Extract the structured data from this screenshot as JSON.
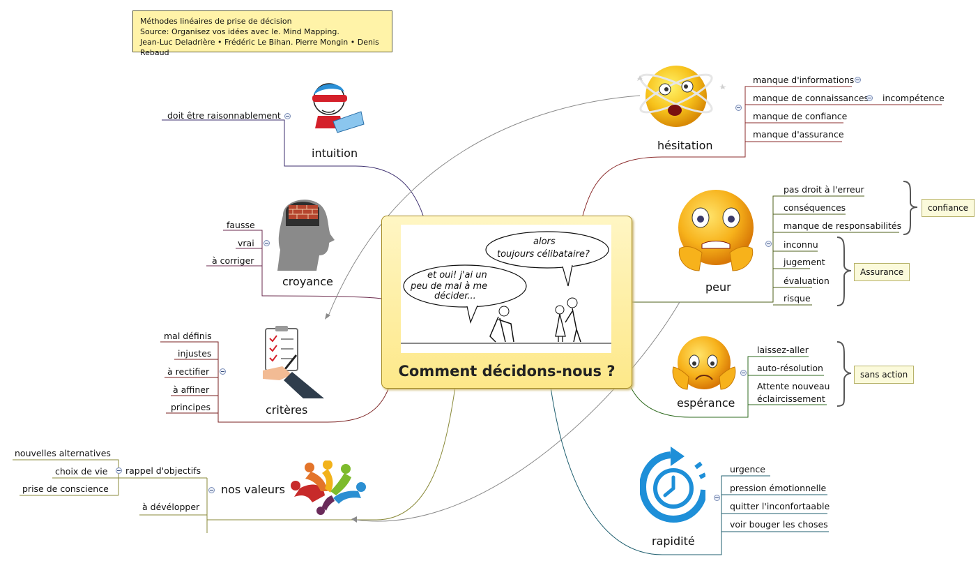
{
  "source_note": {
    "line1": "Méthodes linéaires de prise de décision",
    "line2": "Source:  Organisez vos idées avec le. Mind Mapping.",
    "line3": "Jean-Luc Deladrière • Frédéric Le Bihan. Pierre Mongin • Denis Rebaud"
  },
  "central": {
    "title": "Comment décidons-nous ?",
    "cartoon_left_bubble": [
      "et oui! j'ai un",
      "peu de mal à me",
      "décider..."
    ],
    "cartoon_right_bubble": [
      "alors",
      "toujours célibataire?"
    ]
  },
  "branches": {
    "intuition": {
      "title": "intuition",
      "items": [
        "doit être raisonnablement"
      ],
      "icon": "blindfolded-figure-icon"
    },
    "croyance": {
      "title": "croyance",
      "items": [
        "fausse",
        "vrai",
        "à corriger"
      ],
      "icon": "brick-brain-head-icon"
    },
    "criteres": {
      "title": "critères",
      "items": [
        "mal définis",
        "injustes",
        "à rectifier",
        "à affiner",
        "principes"
      ],
      "icon": "checklist-icon"
    },
    "nos_valeurs": {
      "title": "nos valeurs",
      "rappel": "rappel d'objectifs",
      "rappel_items": [
        "nouvelles alternatives",
        "choix de vie",
        "prise de conscience"
      ],
      "developper": "à dévélopper",
      "icon": "team-hands-icon"
    },
    "hesitation": {
      "title": "hésitation",
      "items": [
        "manque d'informations",
        "manque de connaissances",
        "manque de confiance",
        "manque d'assurance"
      ],
      "sub": "incompétence",
      "icon": "dizzy-smiley-icon"
    },
    "peur": {
      "title": "peur",
      "items": [
        "pas droit à l'erreur",
        "conséquences",
        "manque de responsabilités",
        "inconnu",
        "jugement",
        "évaluation",
        "risque"
      ],
      "group1": "confiance",
      "group2": "Assurance",
      "icon": "scared-smiley-icon"
    },
    "esperance": {
      "title": "espérance",
      "items": [
        "laissez-aller",
        "auto-résolution",
        "Attente nouveau",
        "éclaircissement"
      ],
      "group": "sans action",
      "icon": "worried-smiley-icon"
    },
    "rapidite": {
      "title": "rapidité",
      "items": [
        "urgence",
        "pression émotionnelle",
        "quitter l'inconfortaable",
        "voir bouger les choses"
      ],
      "icon": "fast-clock-icon"
    }
  },
  "colors": {
    "intuition": "#3b2d6e",
    "croyance": "#6b2a4c",
    "criteres": "#7a1f1f",
    "nos_valeurs": "#8a8a3a",
    "hesitation": "#8b2b2b",
    "peur": "#4e5f1a",
    "esperance": "#2f6b1f",
    "rapidite": "#1f5f6f"
  }
}
